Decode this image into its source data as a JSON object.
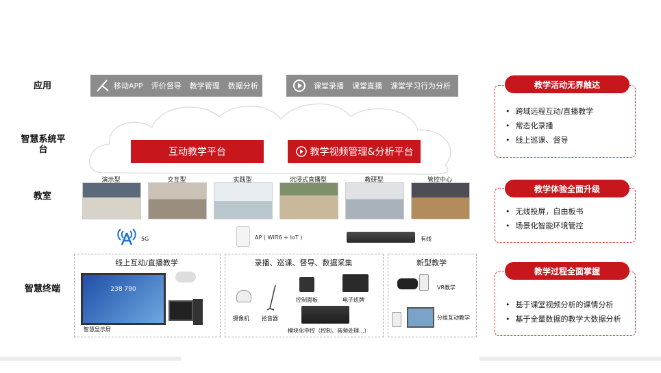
{
  "rows": {
    "app": "应用",
    "platform": "智慧系统平台",
    "classroom": "教室",
    "terminal": "智慧终端"
  },
  "apps_left": [
    "移动APP",
    "评价督导",
    "教学管理",
    "数据分析"
  ],
  "apps_right": [
    "课堂录播",
    "课堂直播",
    "课堂学习行为分析"
  ],
  "platforms": [
    "互动教学平台",
    "教学视频管理&分析平台"
  ],
  "classrooms": [
    "演示型",
    "交互型",
    "实践型",
    "沉浸式直播型",
    "教研型",
    "管控中心"
  ],
  "network": {
    "n5g": "5G",
    "ap": "AP ( WiFi6 + IoT )",
    "wired": "有线"
  },
  "box1": {
    "title": "线上互动/直播教学",
    "display": "智慧显示屏",
    "screen_time": "238 790"
  },
  "box2": {
    "title": "录播、巡课、督导、数据采集",
    "camera": "摄像机",
    "mic": "拾音器",
    "panel": "控制面板",
    "badge": "电子班牌",
    "central": "模块化中控（控制，音频处理...）"
  },
  "box3": {
    "title": "新型教学",
    "vr": "VR教学",
    "group": "分组互动教学"
  },
  "panels": [
    {
      "title": "教学活动无界触达",
      "items": [
        "跨域远程互动/直播教学",
        "常态化录播",
        "线上巡课、督导"
      ]
    },
    {
      "title": "教学体验全面升级",
      "items": [
        "无线投屏，自由板书",
        "场景化智能环境管控"
      ]
    },
    {
      "title": "教学过程全面掌握",
      "items": [
        "基于课堂视频分析的课情分析",
        "基于全量数据的教学大数据分析"
      ]
    }
  ],
  "colors": {
    "accent": "#c8161d",
    "gray": "#8c8c8c"
  }
}
